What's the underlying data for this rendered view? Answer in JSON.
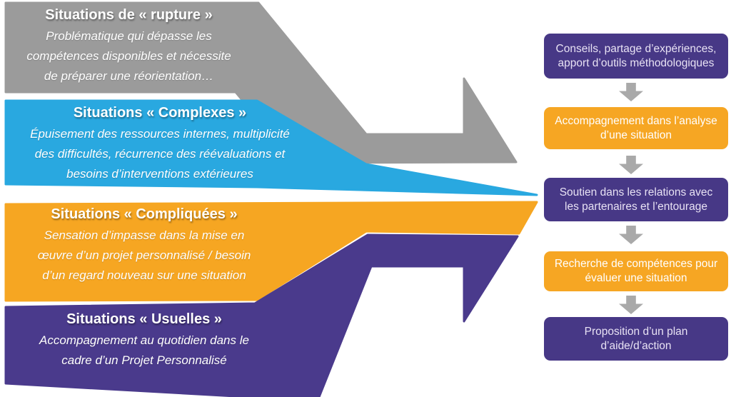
{
  "colors": {
    "gray_band": "#9b9b9b",
    "blue_band": "#29a8e0",
    "orange_band": "#f6a622",
    "purple_band": "#4a3a8c",
    "box_purple": "#473886",
    "box_orange": "#f6a623",
    "connector_gray": "#a9a9a9"
  },
  "bands": [
    {
      "title": "Situations de « rupture »",
      "body": "Problématique qui dépasse les\ncompétences disponibles et nécessite\nde préparer une réorientation…"
    },
    {
      "title": "Situations « Complexes »",
      "body": "Épuisement des ressources internes, multiplicité\ndes difficultés, récurrence des réévaluations et\nbesoins d’interventions extérieures"
    },
    {
      "title": "Situations « Compliquées »",
      "body": "Sensation d’impasse dans la mise en\nœuvre d’un projet personnalisé / besoin\nd’un regard nouveau sur une situation"
    },
    {
      "title": "Situations « Usuelles »",
      "body": "Accompagnement au quotidien dans le\ncadre d’un Projet Personnalisé"
    }
  ],
  "steps": [
    {
      "label": "Conseils, partage d’expériences,\napport d’outils méthodologiques",
      "color": "purple"
    },
    {
      "label": "Accompagnement dans l’analyse\nd’une situation",
      "color": "orange"
    },
    {
      "label": "Soutien dans les relations avec\nles partenaires et l’entourage",
      "color": "purple"
    },
    {
      "label": "Recherche de compétences pour\névaluer une situation",
      "color": "orange"
    },
    {
      "label": "Proposition d’un plan\nd’aide/d’action",
      "color": "purple"
    }
  ]
}
